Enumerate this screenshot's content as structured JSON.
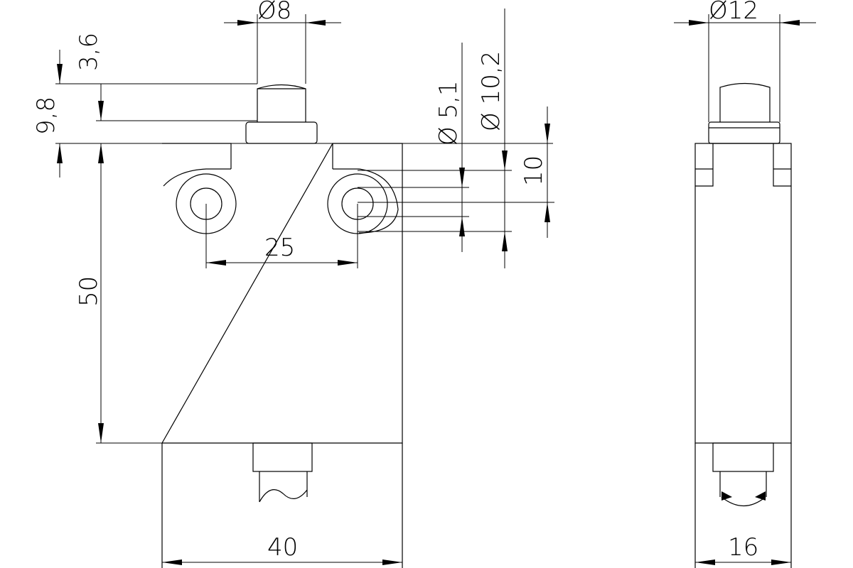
{
  "drawing": {
    "front_view": {
      "dims": {
        "plunger_diameter": "Ø8",
        "plunger_travel": "3,6",
        "actuator_height": "9,8",
        "body_height": "50",
        "hole_spacing": "25",
        "hole_diameter": "Ø 5,1",
        "boss_diameter": "Ø 10,2",
        "hole_offset": "10",
        "body_width": "40"
      }
    },
    "side_view": {
      "dims": {
        "plunger_diameter": "Ø12",
        "body_depth": "16"
      }
    }
  }
}
